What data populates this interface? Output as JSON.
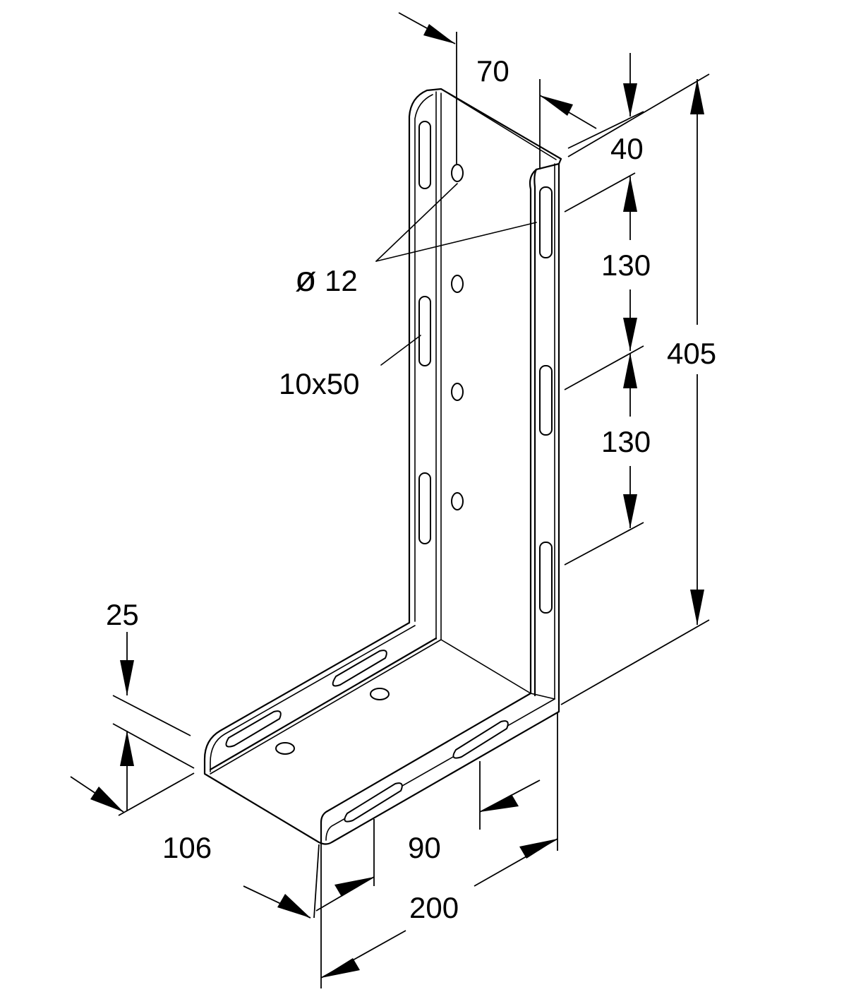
{
  "diagram": {
    "labels": {
      "top_offset": "70",
      "top_gap": "40",
      "hole_diameter": "12",
      "hole_diameter_symbol": "ø",
      "slot_size": "10x50",
      "spacing_1": "130",
      "spacing_2": "130",
      "height": "405",
      "flange": "25",
      "depth": "106",
      "slot_offset": "90",
      "length": "200"
    },
    "colors": {
      "line": "#000000",
      "background": "#ffffff"
    }
  }
}
